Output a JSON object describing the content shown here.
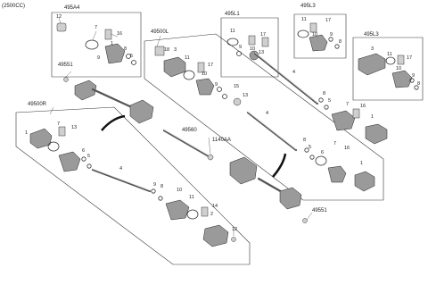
{
  "diagram": {
    "engine_note": "(2500CC)",
    "assembly_labels": {
      "a1": "495A4",
      "a2": "495L1",
      "a3": "495L3",
      "a4": "495L3",
      "a5": "49500L",
      "a6": "49551",
      "a7": "49500R",
      "a8": "49560",
      "a9": "1140AA",
      "a10": "49551"
    },
    "callouts": {
      "k1_12": "12",
      "k1_7": "7",
      "k1_16": "16",
      "k1_1": "1",
      "k1_8": "8",
      "k1_9": "9",
      "k1_5": "5",
      "k2_11": "11",
      "k2_17": "17",
      "k2_10": "10",
      "k2_9": "9",
      "k2_13": "13",
      "k2_4": "4",
      "k3_11": "11",
      "k3_17": "17",
      "k3_10": "10",
      "k3_9": "9",
      "k3_8": "8",
      "k4_3": "3",
      "k4_11": "11",
      "k4_17": "17",
      "k4_10": "10",
      "k4_9": "9",
      "k4_8": "8",
      "l_18": "18",
      "l_3": "3",
      "l_11": "11",
      "l_17": "17",
      "l_10": "10",
      "l_9": "9",
      "l_15": "15",
      "l_13": "13",
      "l_4": "4",
      "l_8": "8",
      "l_5": "5",
      "l_7": "7",
      "l_16": "16",
      "l_1": "1",
      "l_8b": "8",
      "l_5b": "5",
      "l_6": "6",
      "l_7b": "7",
      "l_16b": "16",
      "l_1b": "1",
      "r_1": "1",
      "r_7": "7",
      "r_13": "13",
      "r_6": "6",
      "r_5": "5",
      "r_4": "4",
      "r_9": "9",
      "r_8": "8",
      "r_10": "10",
      "r_11": "11",
      "r_14": "14",
      "r_2": "2",
      "r_12": "12"
    }
  }
}
